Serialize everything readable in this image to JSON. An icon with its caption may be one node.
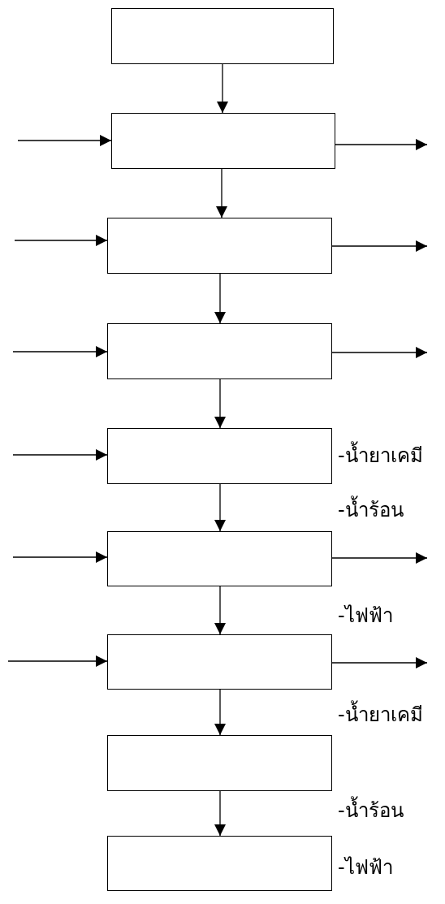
{
  "diagram": {
    "nodes": [
      {
        "text": [],
        "shape": "box"
      },
      {
        "text": [],
        "shape": "box"
      },
      {
        "text": [],
        "shape": "box"
      },
      {
        "text": [],
        "shape": "box"
      },
      {
        "text": [],
        "shape": "box"
      },
      {
        "text": [],
        "shape": "box"
      },
      {
        "text": [],
        "shape": "box"
      },
      {
        "text": [],
        "shape": "box"
      },
      {
        "text": [],
        "shape": "box"
      }
    ],
    "edges": [
      {
        "from": 0,
        "to": 1,
        "arrow": "to"
      },
      {
        "from": null,
        "to": 1,
        "arrow": "to"
      },
      {
        "from": 1,
        "to": null,
        "arrow": "to"
      },
      {
        "from": 1,
        "to": 2,
        "arrow": "to"
      },
      {
        "from": null,
        "to": 2,
        "arrow": "to"
      },
      {
        "from": 2,
        "to": null,
        "arrow": "to"
      },
      {
        "from": 2,
        "to": 3,
        "arrow": "to"
      },
      {
        "from": null,
        "to": 3,
        "arrow": "to"
      },
      {
        "from": 3,
        "to": null,
        "arrow": "to"
      },
      {
        "from": 3,
        "to": 4,
        "arrow": "to"
      },
      {
        "from": null,
        "to": 4,
        "arrow": "to"
      },
      {
        "from": 4,
        "to": 5,
        "arrow": "to"
      },
      {
        "from": null,
        "to": 5,
        "arrow": "to"
      },
      {
        "from": 5,
        "to": null,
        "arrow": "to"
      },
      {
        "from": 5,
        "to": 6,
        "arrow": "to"
      },
      {
        "from": null,
        "to": 6,
        "arrow": "to"
      },
      {
        "from": 6,
        "to": null,
        "arrow": "to"
      },
      {
        "from": 6,
        "to": 7,
        "arrow": "to"
      },
      {
        "from": 7,
        "to": 8,
        "arrow": "to"
      }
    ],
    "labels": [
      "-น้ำยาเคมี",
      "-น้ำร้อน",
      "-ไฟฟ้า",
      "-น้ำยาเคมี",
      "-น้ำร้อน",
      "-ไฟฟ้า"
    ]
  }
}
